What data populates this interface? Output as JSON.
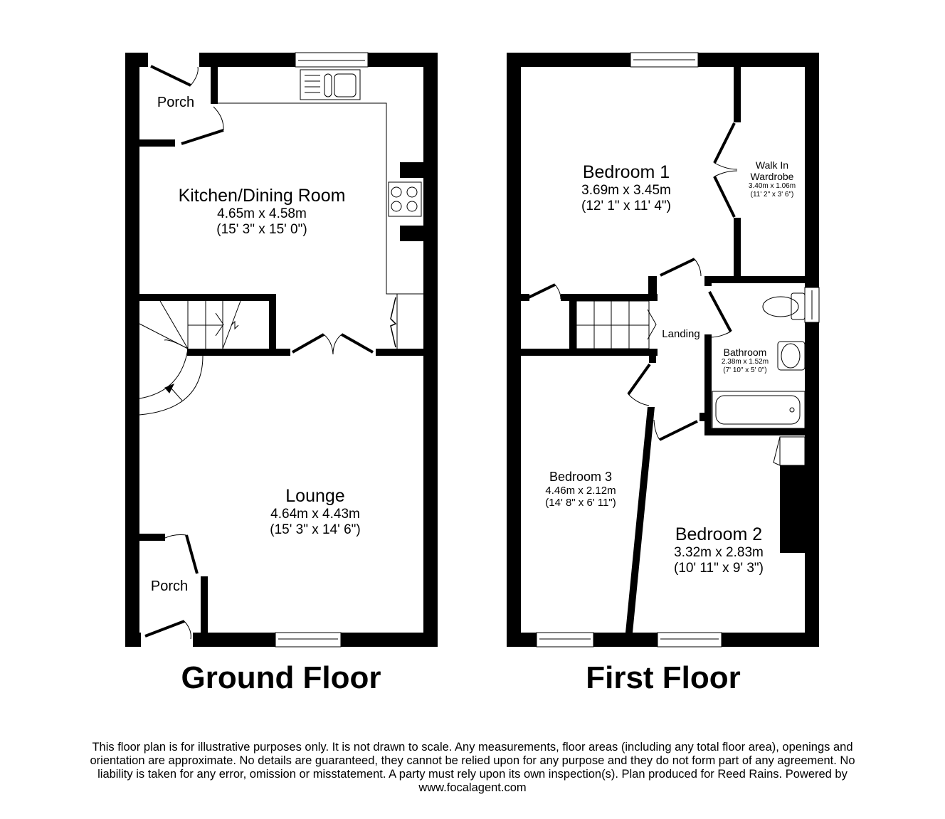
{
  "floors": [
    {
      "title": "Ground Floor",
      "rooms": [
        {
          "name": "Porch",
          "dims_m": "",
          "dims_ft": ""
        },
        {
          "name": "Kitchen/Dining Room",
          "dims_m": "4.65m x 4.58m",
          "dims_ft": "(15' 3\" x 15' 0\")"
        },
        {
          "name": "Lounge",
          "dims_m": "4.64m x 4.43m",
          "dims_ft": "(15' 3\" x 14' 6\")"
        },
        {
          "name": "Porch",
          "dims_m": "",
          "dims_ft": ""
        }
      ]
    },
    {
      "title": "First Floor",
      "rooms": [
        {
          "name": "Bedroom 1",
          "dims_m": "3.69m x 3.45m",
          "dims_ft": "(12' 1\" x 11' 4\")"
        },
        {
          "name": "Walk In",
          "name2": "Wardrobe",
          "dims_m": "3.40m x 1.06m",
          "dims_ft": "(11' 2\" x 3' 6\")"
        },
        {
          "name": "Landing",
          "dims_m": "",
          "dims_ft": ""
        },
        {
          "name": "Bathroom",
          "dims_m": "2.38m x 1.52m",
          "dims_ft": "(7' 10\" x 5' 0\")"
        },
        {
          "name": "Bedroom 3",
          "dims_m": "4.46m x 2.12m",
          "dims_ft": "(14' 8\" x 6' 11\")"
        },
        {
          "name": "Bedroom 2",
          "dims_m": "3.32m x 2.83m",
          "dims_ft": "(10' 11\" x 9' 3\")"
        }
      ]
    }
  ],
  "disclaimer": {
    "line1": "This floor plan is for illustrative purposes only. It is not drawn to scale. Any measurements, floor areas (including any total floor area), openings and",
    "line2": "orientation are approximate. No details are guaranteed, they cannot be relied upon for any purpose and they do not form part of any agreement. No",
    "line3": "liability is taken for any error, omission or misstatement. A party must rely upon its own inspection(s). Plan produced for Reed Rains. Powered by",
    "line4": "www.focalagent.com"
  },
  "colors": {
    "wall": "#000000",
    "background": "#ffffff"
  }
}
